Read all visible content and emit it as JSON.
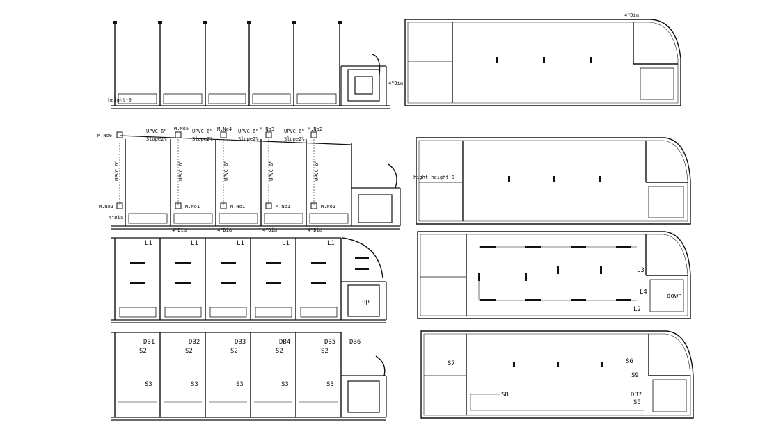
{
  "colors": {
    "ink": "#111111",
    "paper": "#ffffff"
  },
  "top_left": {
    "note": "height-0"
  },
  "drain_row": {
    "manholes_top": [
      "M.No6",
      "M.No5",
      "M.No4",
      "M.No3",
      "M.No2"
    ],
    "manholes_bottom": [
      "M.No1",
      "M.No1",
      "M.No1",
      "M.No1",
      "M.No1"
    ],
    "pipe": "UPVC 6\"",
    "slope": "Slope2%",
    "dia": "4\"Dia",
    "left_dia": "4\"Dia"
  },
  "light_row": {
    "points": [
      "L1",
      "L1",
      "L1",
      "L1",
      "L1"
    ],
    "stair": "up"
  },
  "power_row": {
    "boards": [
      "DB1",
      "DB2",
      "DB3",
      "DB4",
      "DB5",
      "DB6"
    ],
    "sw2": [
      "S2",
      "S2",
      "S2",
      "S2",
      "S2"
    ],
    "sw3": [
      "S3",
      "S3",
      "S3",
      "S3",
      "S3"
    ]
  },
  "right_plan_1": {
    "dia_top": "4\"Dia",
    "dia_left": "4\"Dia"
  },
  "right_plan_2": {
    "note": "hight height-0"
  },
  "right_plan_3": {
    "labels": [
      "L3",
      "L4",
      "L2"
    ],
    "stair": "down"
  },
  "right_plan_4": {
    "labels": [
      "S7",
      "S6",
      "S9",
      "S8",
      "DB7",
      "S5"
    ]
  }
}
